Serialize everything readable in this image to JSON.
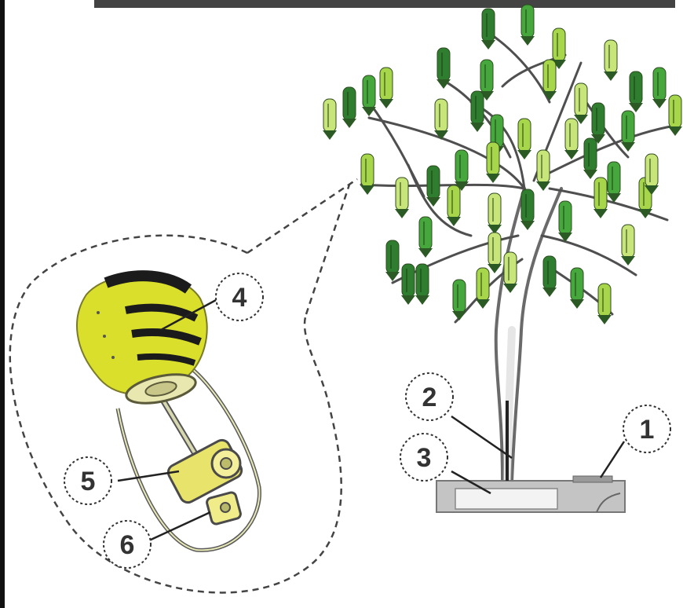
{
  "callouts": [
    {
      "id": "1",
      "label": "1",
      "part": "base-housing"
    },
    {
      "id": "2",
      "label": "2",
      "part": "trunk-cable"
    },
    {
      "id": "3",
      "label": "3",
      "part": "foundation-slab"
    },
    {
      "id": "4",
      "label": "4",
      "part": "leaf-turbine-blades"
    },
    {
      "id": "5",
      "label": "5",
      "part": "generator-rotor"
    },
    {
      "id": "6",
      "label": "6",
      "part": "shaft-coupling"
    }
  ],
  "colors": {
    "leaf_dark": "#2f7d2f",
    "leaf_mid": "#46a83c",
    "leaf_light": "#a8d64a",
    "leaf_pale": "#c8e57a",
    "turbine_yellow": "#d9df2a",
    "branch": "#5a5a5a",
    "base": "#bfbfbf",
    "dash": "#444444"
  },
  "icons": {
    "leaf": "leaf-turbine-icon",
    "detail_view": "magnified-detail-icon"
  }
}
